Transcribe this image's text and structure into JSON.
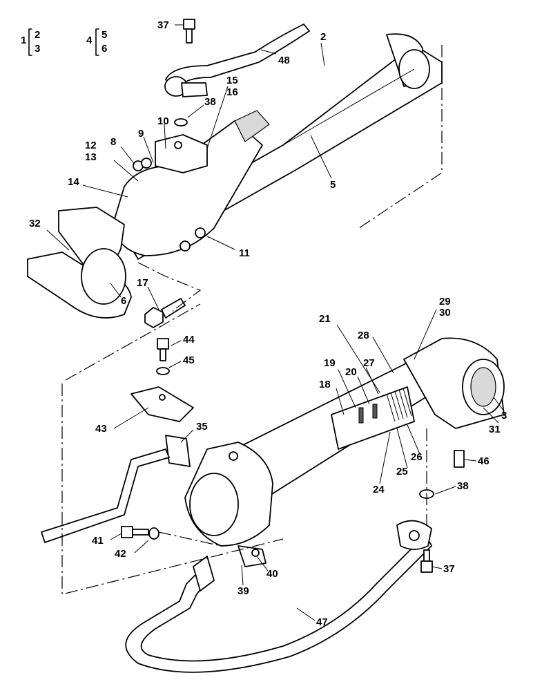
{
  "legend": {
    "groups": [
      {
        "parent": "1",
        "children": [
          "2",
          "3"
        ]
      },
      {
        "parent": "4",
        "children": [
          "5",
          "6"
        ]
      }
    ]
  },
  "callouts": [
    {
      "id": "37a",
      "text": "37"
    },
    {
      "id": "2",
      "text": "2"
    },
    {
      "id": "48",
      "text": "48"
    },
    {
      "id": "15",
      "text": "15"
    },
    {
      "id": "16",
      "text": "16"
    },
    {
      "id": "38a",
      "text": "38"
    },
    {
      "id": "10",
      "text": "10"
    },
    {
      "id": "9",
      "text": "9"
    },
    {
      "id": "8",
      "text": "8"
    },
    {
      "id": "12",
      "text": "12"
    },
    {
      "id": "13",
      "text": "13"
    },
    {
      "id": "14",
      "text": "14"
    },
    {
      "id": "5",
      "text": "5"
    },
    {
      "id": "32",
      "text": "32"
    },
    {
      "id": "11",
      "text": "11"
    },
    {
      "id": "17",
      "text": "17"
    },
    {
      "id": "6",
      "text": "6"
    },
    {
      "id": "29",
      "text": "29"
    },
    {
      "id": "30",
      "text": "30"
    },
    {
      "id": "21",
      "text": "21"
    },
    {
      "id": "28",
      "text": "28"
    },
    {
      "id": "44",
      "text": "44"
    },
    {
      "id": "45",
      "text": "45"
    },
    {
      "id": "19",
      "text": "19"
    },
    {
      "id": "27",
      "text": "27"
    },
    {
      "id": "20",
      "text": "20"
    },
    {
      "id": "18",
      "text": "18"
    },
    {
      "id": "3",
      "text": "3"
    },
    {
      "id": "31",
      "text": "31"
    },
    {
      "id": "43",
      "text": "43"
    },
    {
      "id": "35",
      "text": "35"
    },
    {
      "id": "26",
      "text": "26"
    },
    {
      "id": "46",
      "text": "46"
    },
    {
      "id": "25",
      "text": "25"
    },
    {
      "id": "24",
      "text": "24"
    },
    {
      "id": "38b",
      "text": "38"
    },
    {
      "id": "41",
      "text": "41"
    },
    {
      "id": "42",
      "text": "42"
    },
    {
      "id": "40",
      "text": "40"
    },
    {
      "id": "39",
      "text": "39"
    },
    {
      "id": "37b",
      "text": "37"
    },
    {
      "id": "47",
      "text": "47"
    }
  ]
}
